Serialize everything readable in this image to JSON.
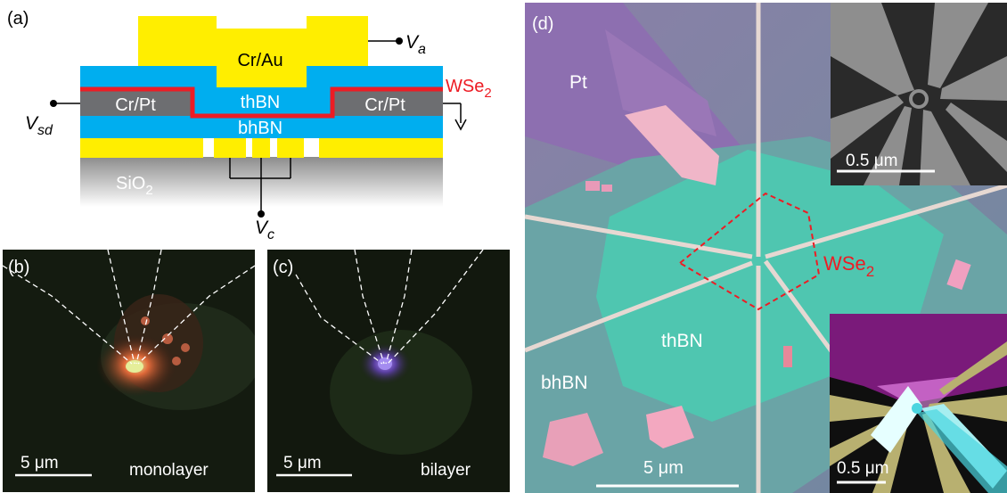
{
  "panel_a": {
    "label": "(a)",
    "top_electrode": "Cr/Au",
    "thbn": "thBN",
    "bhbn": "bhBN",
    "contact_left": "Cr/Pt",
    "contact_right": "Cr/Pt",
    "substrate_main": "SiO",
    "substrate_sub": "2",
    "material_main": "WSe",
    "material_sub": "2",
    "va_main": "V",
    "va_sub": "a",
    "vsd_main": "V",
    "vsd_sub": "sd",
    "vc_main": "V",
    "vc_sub": "c",
    "colors": {
      "gold": "#ffee00",
      "hbn": "#00aeef",
      "contact": "#6d6e71",
      "wse2": "#ed1c24",
      "substrate": "#9a9a9a"
    }
  },
  "panel_b": {
    "label": "(b)",
    "scale": "5 μm",
    "caption": "monolayer"
  },
  "panel_c": {
    "label": "(c)",
    "scale": "5 μm",
    "caption": "bilayer"
  },
  "panel_d": {
    "label": "(d)",
    "pt": "Pt",
    "thbn": "thBN",
    "bhbn": "bhBN",
    "scale": "5 μm",
    "material_main": "WSe",
    "material_sub": "2",
    "inset_top_scale": "0.5 μm",
    "inset_bottom_scale": "0.5 μm"
  }
}
